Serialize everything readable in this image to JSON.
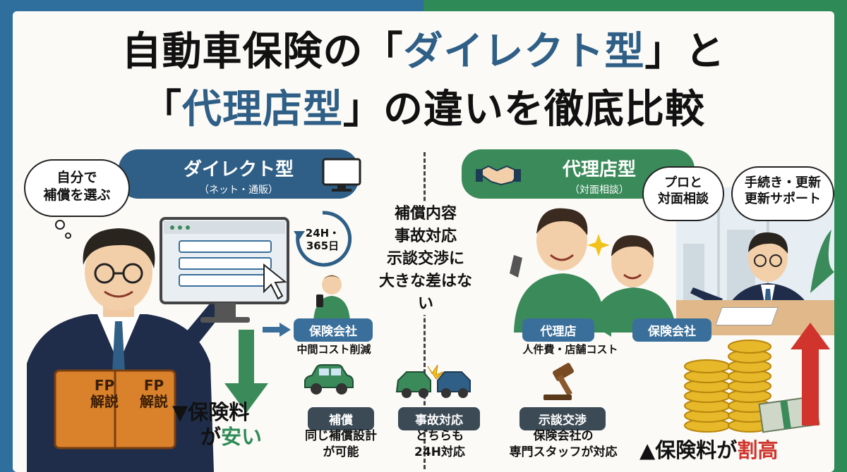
{
  "title": {
    "line1_a": "自動車保険の「",
    "line1_hl": "ダイレクト型",
    "line1_b": "」と",
    "line2_a": "「",
    "line2_hl": "代理店型",
    "line2_b": "」の違いを徹底比較"
  },
  "direct": {
    "label": "ダイレクト型",
    "sub": "（ネット・通販）",
    "thought": [
      "自分で",
      "補償を選ぶ"
    ],
    "clock": [
      "24H・",
      "365日"
    ],
    "insurer": "保険会社",
    "insurer_note": "中間コスト削減",
    "book_text": [
      "FP",
      "解説",
      "FP",
      "解説"
    ],
    "price_line1": "▼保険料",
    "price_line2_a": "が",
    "price_line2_hl": "安い"
  },
  "agency": {
    "label": "代理店型",
    "sub": "（対面相談）",
    "bubble1": [
      "プロと",
      "対面相談"
    ],
    "bubble2": [
      "手続き・更新",
      "更新サポート"
    ],
    "agency_tag": "代理店",
    "insurer_tag": "保険会社",
    "cost_note": "人件費・店舗コスト",
    "price_a": "▲保険料が",
    "price_hl": "割高"
  },
  "center": {
    "lines": [
      "補償内容",
      "事故対応",
      "示談交渉に",
      "大きな差はない"
    ]
  },
  "common": [
    {
      "tag": "補償",
      "text": [
        "同じ補償設計",
        "が可能"
      ]
    },
    {
      "tag": "事故対応",
      "text": [
        "どちらも",
        "24H対応"
      ]
    },
    {
      "tag": "示談交渉",
      "text": [
        "保険会社の",
        "専門スタッフが対応"
      ]
    }
  ],
  "colors": {
    "blue": "#2f5f86",
    "green": "#3a8a5a",
    "red": "#d0342c"
  }
}
